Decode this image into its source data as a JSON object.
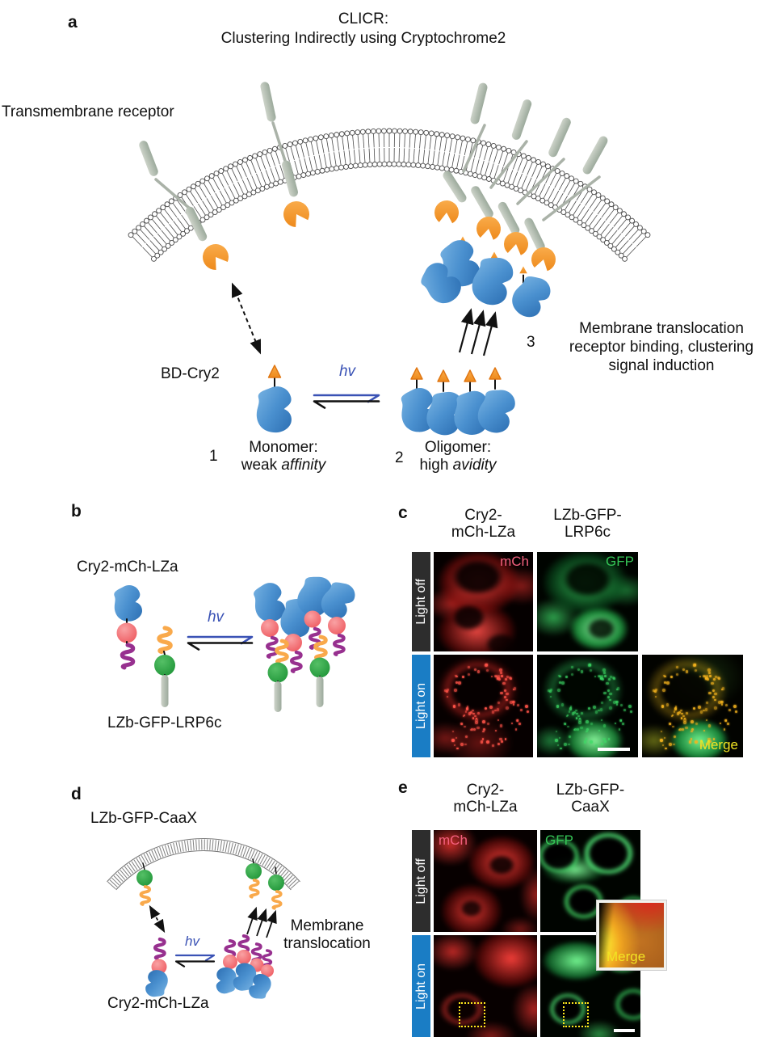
{
  "colors": {
    "cry2_blue": "#3f87c9",
    "binding_domain_orange": "#f5962e",
    "mcherry_pink": "#f2696e",
    "lza_purple": "#97308f",
    "gfp_green": "#2aa147",
    "lzb_orange": "#f9a94b",
    "receptor_gray": "#b7c0b4",
    "hv_blue": "#3a52b5",
    "light_on_blue": "#1a7dc5",
    "light_off_dark": "#2d2d2d",
    "tag_mch": "#f4607e",
    "tag_gfp": "#35c556",
    "tag_merge": "#f2e423"
  },
  "panel_a": {
    "label": "a",
    "title": {
      "line1": "CLICR:",
      "line2": "Clustering Indirectly using Cryptochrome2"
    },
    "membrane_label": "Transmembrane receptor",
    "bd_cry2_label": "BD-Cry2",
    "light_symbol": "hv",
    "step1": {
      "num": "1",
      "line1": "Monomer:",
      "line2_plain": "weak ",
      "line2_italic": "affinity"
    },
    "step2": {
      "num": "2",
      "line1": "Oligomer:",
      "line2_plain": "high ",
      "line2_italic": "avidity"
    },
    "step3": {
      "num": "3",
      "line1": "Membrane translocation",
      "line2": "receptor binding, clustering",
      "line3": "signal induction"
    }
  },
  "panel_b": {
    "label": "b",
    "construct_top": "Cry2-mCh-LZa",
    "construct_bottom": "LZb-GFP-LRP6c",
    "light_symbol": "hv"
  },
  "panel_c": {
    "label": "c",
    "column1": {
      "line1": "Cry2-",
      "line2": "mCh-LZa"
    },
    "column2": {
      "line1": "LZb-GFP-",
      "line2": "LRP6c"
    },
    "row_off": "Light off",
    "row_on": "Light on",
    "tag_mch": "mCh",
    "tag_gfp": "GFP",
    "tag_merge": "Merge"
  },
  "panel_d": {
    "label": "d",
    "construct_top": "LZb-GFP-CaaX",
    "construct_bottom": "Cry2-mCh-LZa",
    "light_symbol": "hv",
    "arrow_label": {
      "line1": "Membrane",
      "line2": "translocation"
    }
  },
  "panel_e": {
    "label": "e",
    "column1": {
      "line1": "Cry2-",
      "line2": "mCh-LZa"
    },
    "column2": {
      "line1": "LZb-GFP-",
      "line2": "CaaX"
    },
    "row_off": "Light off",
    "row_on": "Light on",
    "tag_mch": "mCh",
    "tag_gfp": "GFP",
    "tag_merge": "Merge"
  }
}
